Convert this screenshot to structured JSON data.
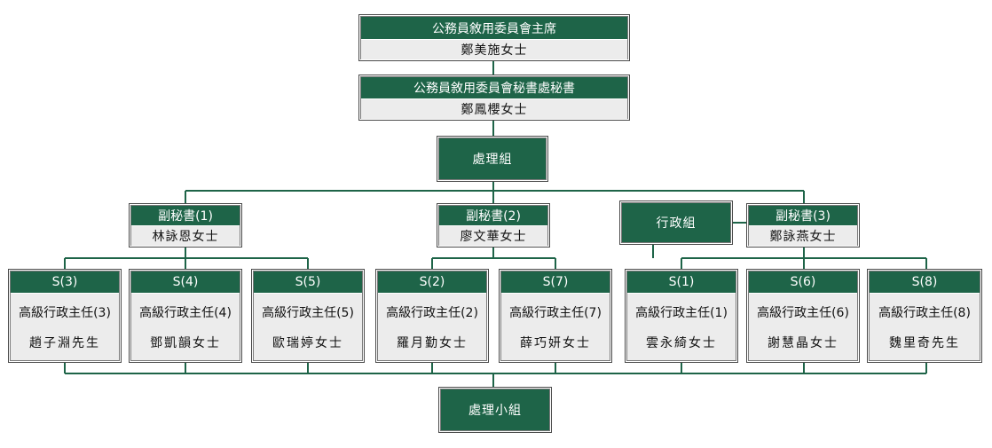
{
  "chair": {
    "title": "公務員敘用委員會主席",
    "name": "鄭美施女士"
  },
  "secretary": {
    "title": "公務員敘用委員會秘書處秘書",
    "name": "鄭鳳櫻女士"
  },
  "processing_team": {
    "label": "處理組"
  },
  "admin_team": {
    "label": "行政組"
  },
  "deputies": [
    {
      "title": "副秘書(1)",
      "name": "林詠恩女士"
    },
    {
      "title": "副秘書(2)",
      "name": "廖文華女士"
    },
    {
      "title": "副秘書(3)",
      "name": "鄭詠燕女士"
    }
  ],
  "staff": [
    {
      "code": "S(3)",
      "rank": "高級行政主任(3)",
      "name": "趙子淵先生"
    },
    {
      "code": "S(4)",
      "rank": "高級行政主任(4)",
      "name": "鄧凱韻女士"
    },
    {
      "code": "S(5)",
      "rank": "高級行政主任(5)",
      "name": "歐瑞婷女士"
    },
    {
      "code": "S(2)",
      "rank": "高級行政主任(2)",
      "name": "羅月勤女士"
    },
    {
      "code": "S(7)",
      "rank": "高級行政主任(7)",
      "name": "薛巧妍女士"
    },
    {
      "code": "S(1)",
      "rank": "高級行政主任(1)",
      "name": "雲永綺女士"
    },
    {
      "code": "S(6)",
      "rank": "高級行政主任(6)",
      "name": "謝慧晶女士"
    },
    {
      "code": "S(8)",
      "rank": "高級行政主任(8)",
      "name": "魏里奇先生"
    }
  ],
  "subgroup": {
    "label": "處理小組"
  },
  "colors": {
    "header_green": "#1e6448",
    "body_grey": "#ececec",
    "connector": "#1e6448"
  }
}
